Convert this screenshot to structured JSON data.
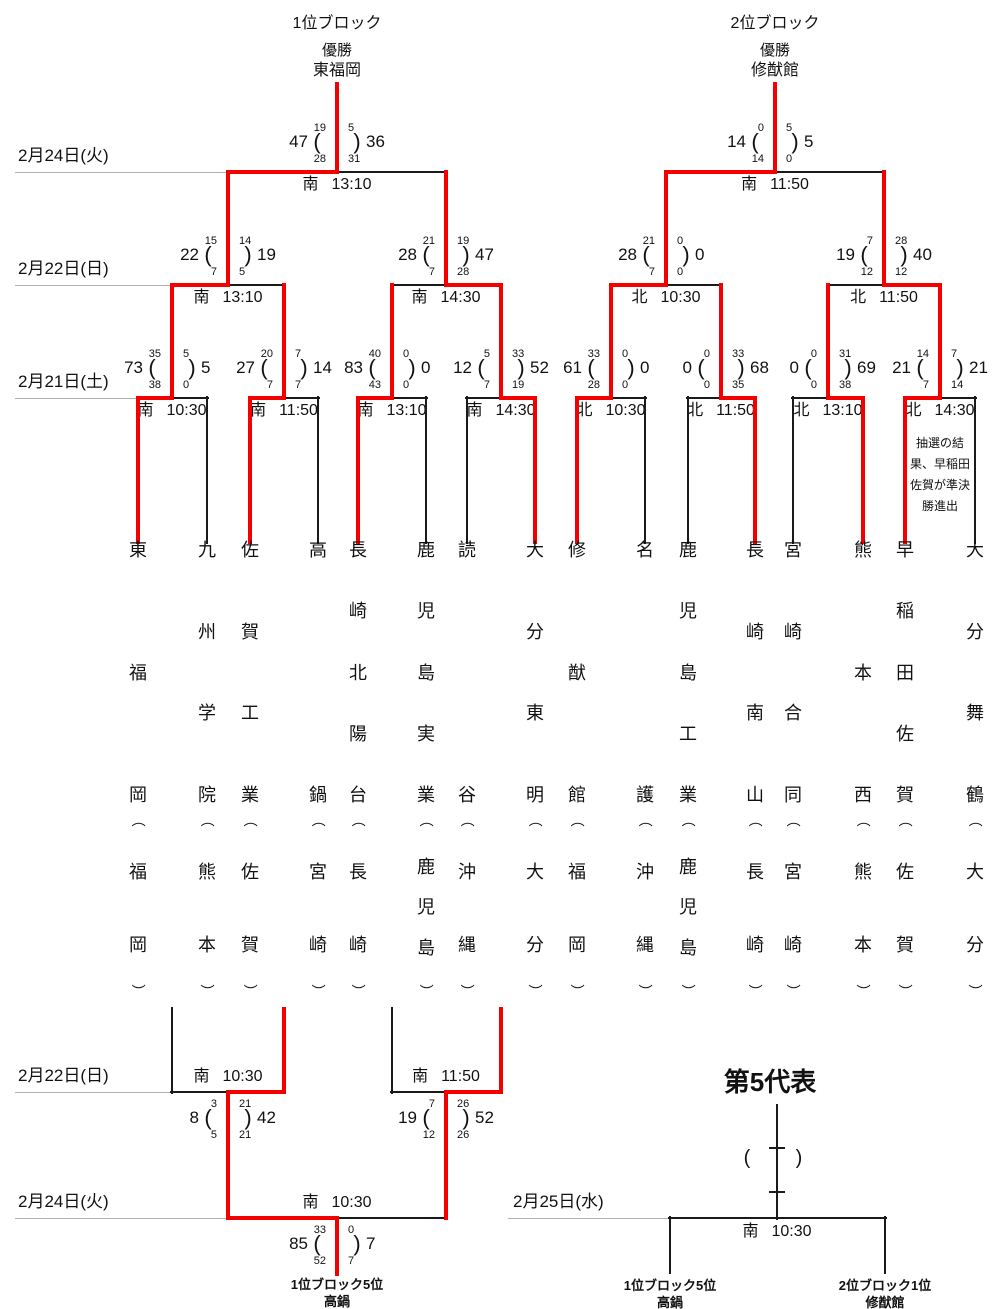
{
  "colors": {
    "red": "#f40000",
    "line": "#1a1a1a",
    "gray": "#b0b0b0"
  },
  "blocks": [
    {
      "title": "1位ブロック",
      "champion_label": "優勝",
      "champion": "東福岡"
    },
    {
      "title": "2位ブロック",
      "champion_label": "優勝",
      "champion": "修猷館"
    }
  ],
  "dates": {
    "final": "2月24日(火)",
    "semi": "2月22日(日)",
    "quarter": "2月21日(土)",
    "cons_semi": "2月22日(日)",
    "cons_final": "2月24日(火)",
    "fifth": "2月25日(水)"
  },
  "teams": [
    {
      "school": "東福岡",
      "pref": "福岡"
    },
    {
      "school": "九州学院",
      "pref": "熊本"
    },
    {
      "school": "佐賀工業",
      "pref": "佐賀"
    },
    {
      "school": "高鍋",
      "pref": "宮崎"
    },
    {
      "school": "長崎北陽台",
      "pref": "長崎"
    },
    {
      "school": "鹿児島実業",
      "pref": "鹿児島"
    },
    {
      "school": "読谷",
      "pref": "沖縄"
    },
    {
      "school": "大分東明",
      "pref": "大分"
    },
    {
      "school": "修猷館",
      "pref": "福岡"
    },
    {
      "school": "名護",
      "pref": "沖縄"
    },
    {
      "school": "鹿児島工業",
      "pref": "鹿児島"
    },
    {
      "school": "長崎南山",
      "pref": "長崎"
    },
    {
      "school": "宮崎合同",
      "pref": "宮崎"
    },
    {
      "school": "熊本西",
      "pref": "熊本"
    },
    {
      "school": "早稲田佐賀",
      "pref": "佐賀"
    },
    {
      "school": "大分舞鶴",
      "pref": "大分"
    }
  ],
  "matches": {
    "finals": [
      {
        "venue": "南",
        "time": "13:10",
        "score_left": "47",
        "score_right": "36",
        "half1": [
          "19",
          "5"
        ],
        "half2": [
          "28",
          "31"
        ],
        "winner": "left"
      },
      {
        "venue": "南",
        "time": "11:50",
        "score_left": "14",
        "score_right": "5",
        "half1": [
          "0",
          "5"
        ],
        "half2": [
          "14",
          "0"
        ],
        "winner": "left"
      }
    ],
    "semifinals": [
      {
        "venue": "南",
        "time": "13:10",
        "score_left": "22",
        "score_right": "19",
        "half1": [
          "15",
          "14"
        ],
        "half2": [
          "7",
          "5"
        ],
        "winner": "left"
      },
      {
        "venue": "南",
        "time": "14:30",
        "score_left": "28",
        "score_right": "47",
        "half1": [
          "21",
          "19"
        ],
        "half2": [
          "7",
          "28"
        ],
        "winner": "right"
      },
      {
        "venue": "北",
        "time": "10:30",
        "score_left": "28",
        "score_right": "0",
        "half1": [
          "21",
          "0"
        ],
        "half2": [
          "7",
          "0"
        ],
        "winner": "left"
      },
      {
        "venue": "北",
        "time": "11:50",
        "score_left": "19",
        "score_right": "40",
        "half1": [
          "7",
          "28"
        ],
        "half2": [
          "12",
          "12"
        ],
        "winner": "right"
      }
    ],
    "quarterfinals": [
      {
        "venue": "南",
        "time": "10:30",
        "score_left": "73",
        "score_right": "5",
        "half1": [
          "35",
          "5"
        ],
        "half2": [
          "38",
          "0"
        ],
        "winner": "left"
      },
      {
        "venue": "南",
        "time": "11:50",
        "score_left": "27",
        "score_right": "14",
        "half1": [
          "20",
          "7"
        ],
        "half2": [
          "7",
          "7"
        ],
        "winner": "left"
      },
      {
        "venue": "南",
        "time": "13:10",
        "score_left": "83",
        "score_right": "0",
        "half1": [
          "40",
          "0"
        ],
        "half2": [
          "43",
          "0"
        ],
        "winner": "left"
      },
      {
        "venue": "南",
        "time": "14:30",
        "score_left": "12",
        "score_right": "52",
        "half1": [
          "5",
          "33"
        ],
        "half2": [
          "7",
          "19"
        ],
        "winner": "right"
      },
      {
        "venue": "北",
        "time": "10:30",
        "score_left": "61",
        "score_right": "0",
        "half1": [
          "33",
          "0"
        ],
        "half2": [
          "28",
          "0"
        ],
        "winner": "left"
      },
      {
        "venue": "北",
        "time": "11:50",
        "score_left": "0",
        "score_right": "68",
        "half1": [
          "0",
          "33"
        ],
        "half2": [
          "0",
          "35"
        ],
        "winner": "right"
      },
      {
        "venue": "北",
        "time": "13:10",
        "score_left": "0",
        "score_right": "69",
        "half1": [
          "0",
          "31"
        ],
        "half2": [
          "0",
          "38"
        ],
        "winner": "right"
      },
      {
        "venue": "北",
        "time": "14:30",
        "score_left": "21",
        "score_right": "21",
        "half1": [
          "14",
          "7"
        ],
        "half2": [
          "7",
          "14"
        ],
        "winner": "left"
      }
    ],
    "consolation_semifinals": [
      {
        "venue": "南",
        "time": "10:30",
        "score_left": "8",
        "score_right": "42",
        "half1": [
          "3",
          "21"
        ],
        "half2": [
          "5",
          "21"
        ],
        "winner": "right"
      },
      {
        "venue": "南",
        "time": "11:50",
        "score_left": "19",
        "score_right": "52",
        "half1": [
          "7",
          "26"
        ],
        "half2": [
          "12",
          "26"
        ],
        "winner": "right"
      }
    ],
    "consolation_final": {
      "venue": "南",
      "time": "10:30",
      "score_left": "85",
      "score_right": "7",
      "half1": [
        "33",
        "0"
      ],
      "half2": [
        "52",
        "7"
      ],
      "winner": "left"
    }
  },
  "consolation_result": {
    "line1": "1位ブロック5位",
    "line2": "高鍋"
  },
  "fifth_representative": {
    "title": "第5代表",
    "venue": "南",
    "time": "10:30",
    "empty_score": {
      "open": "(",
      "close": ")"
    },
    "left_source": {
      "line1": "1位ブロック5位",
      "line2": "高鍋"
    },
    "right_source": {
      "line1": "2位ブロック1位",
      "line2": "修猷館"
    }
  },
  "note": "抽選の結果、早稲田佐賀が準決勝進出"
}
